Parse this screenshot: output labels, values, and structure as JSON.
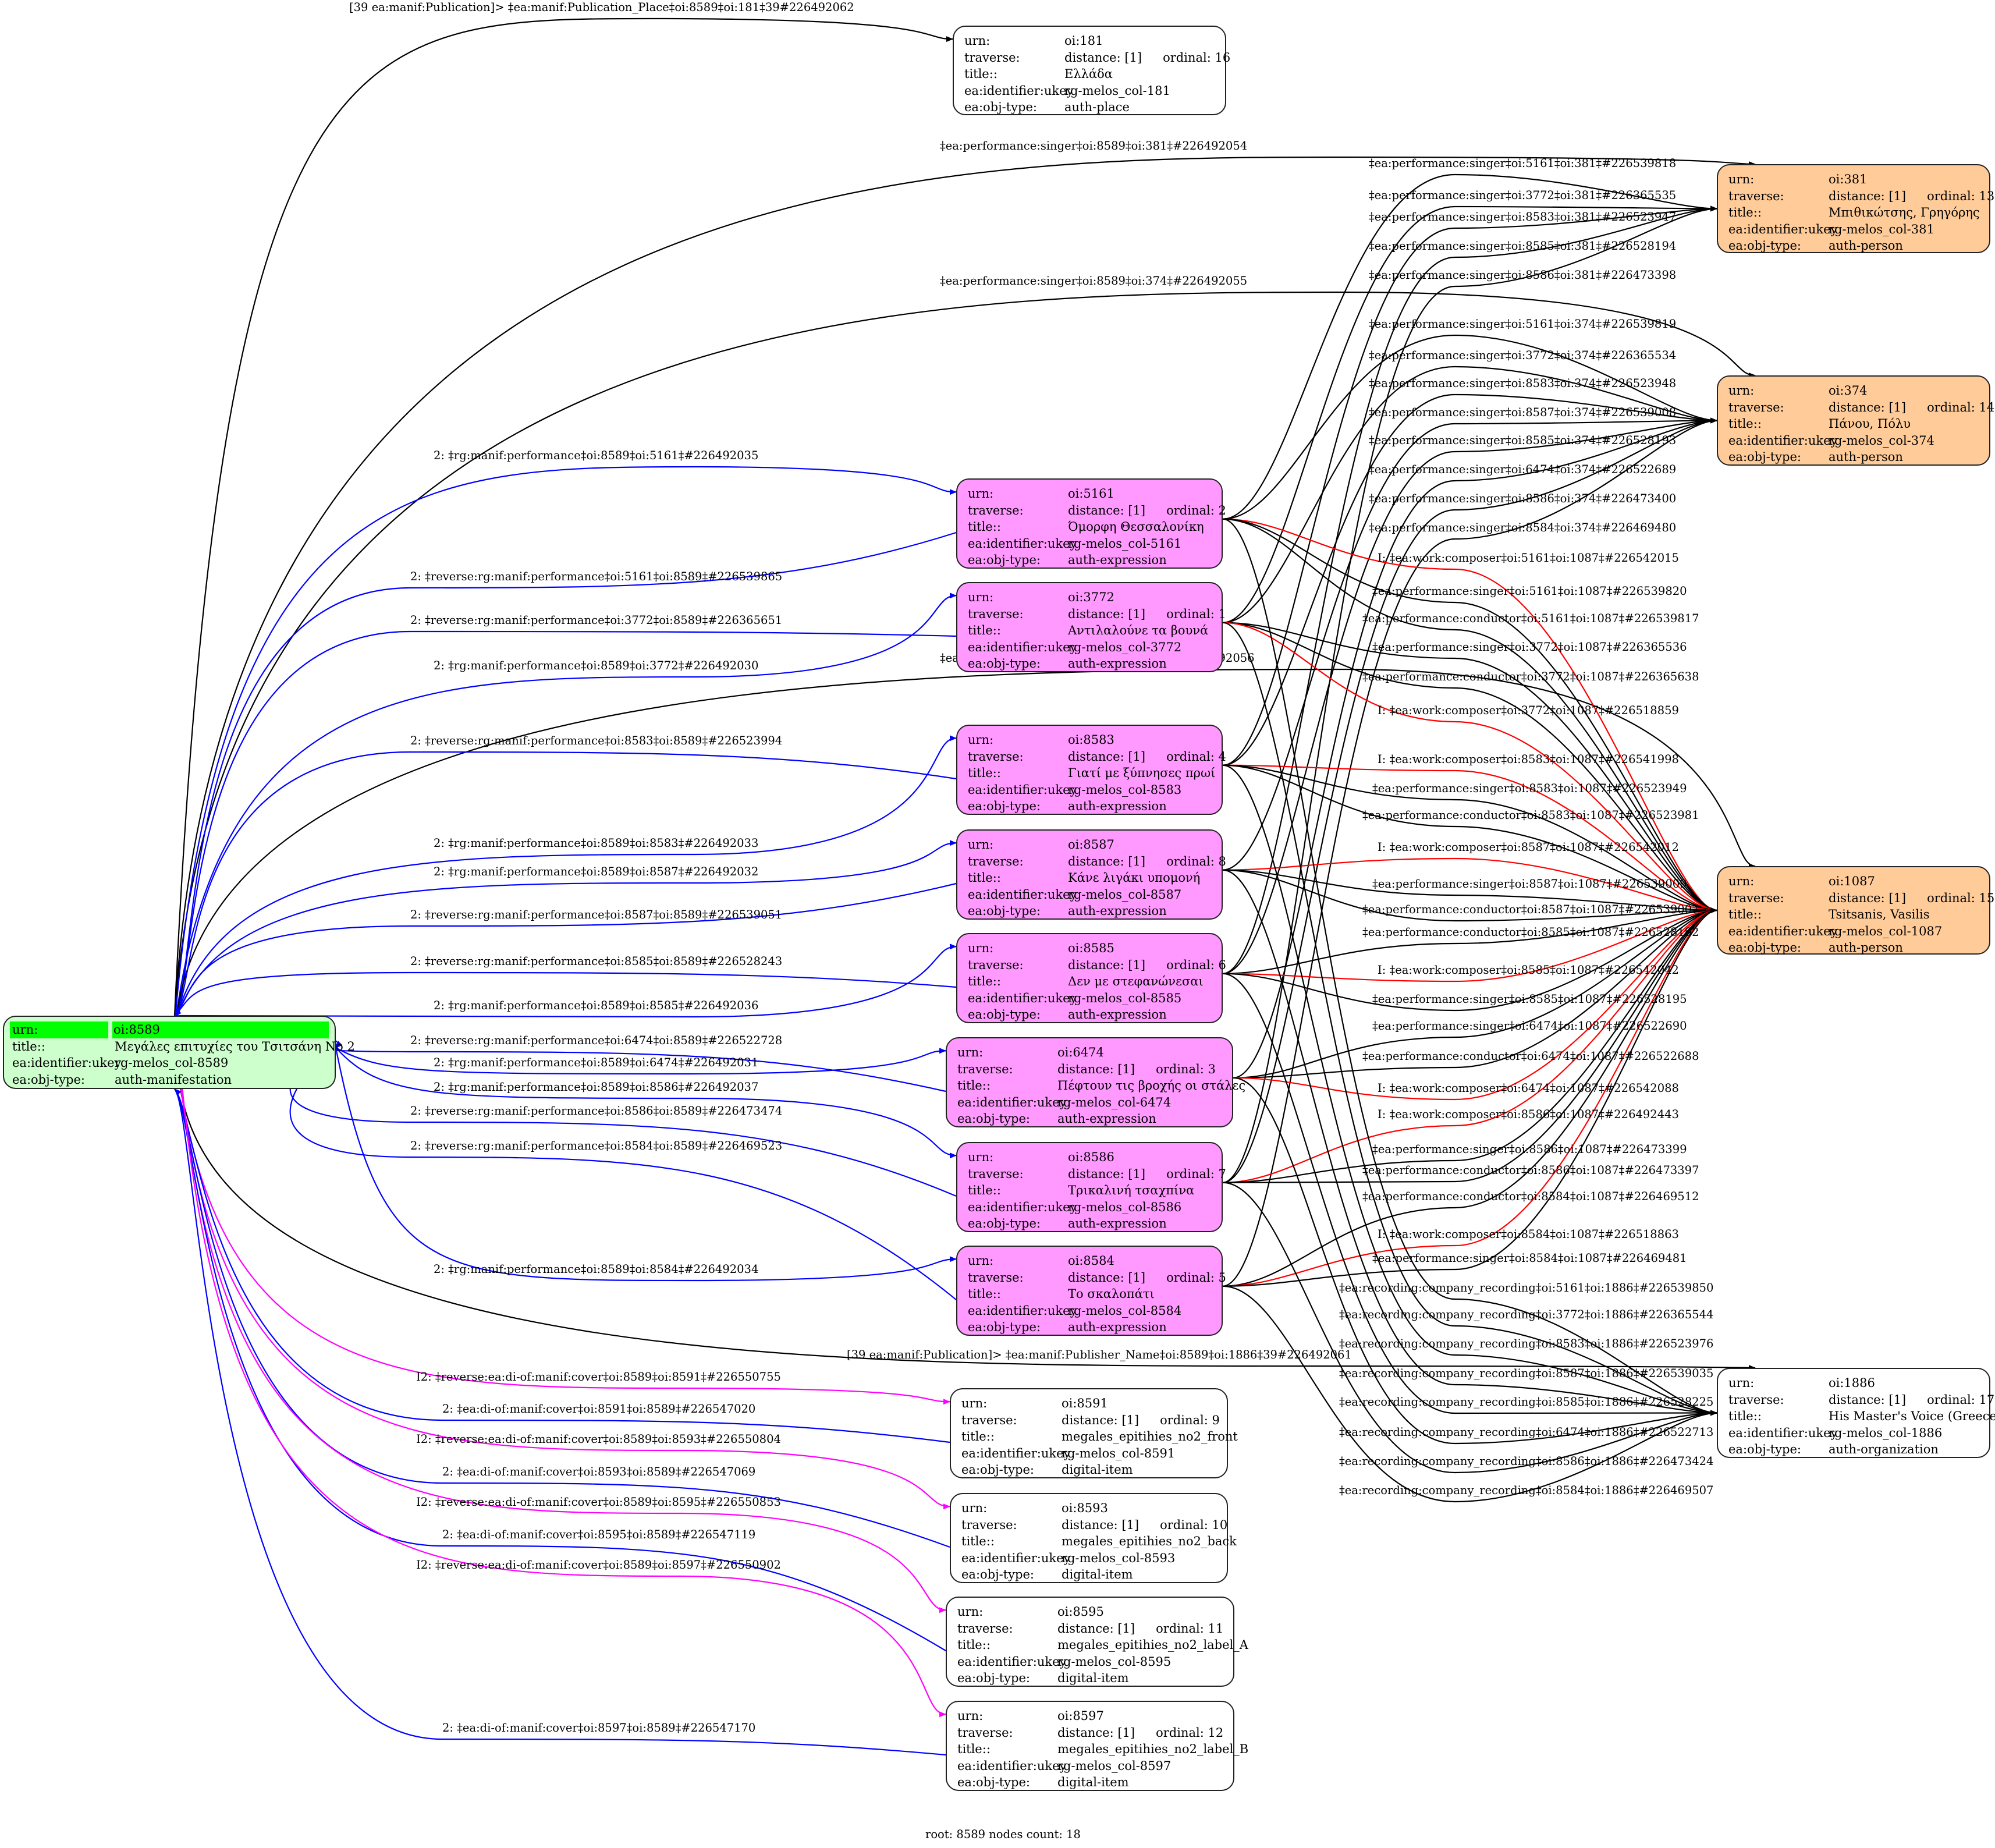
{
  "graph": {
    "footer": "root: 8589 nodes count: 18",
    "root": {
      "id": "8589",
      "rows": [
        {
          "k": "urn:",
          "v": "oi:8589"
        },
        {
          "k": "title::",
          "v": "Μεγάλες επιτυχίες του Τσιτσάνη No 2"
        },
        {
          "k": "ea:identifier:ukey",
          "v": "rg-melos_col-8589"
        },
        {
          "k": "ea:obj-type:",
          "v": "auth-manifestation"
        }
      ]
    },
    "nodes": [
      {
        "id": "181",
        "style": "white",
        "urn": "oi:181",
        "distance": "distance: [1]",
        "ordinal": "ordinal: 16",
        "title": "Ελλάδα",
        "ukey": "rg-melos_col-181",
        "objtype": "auth-place"
      },
      {
        "id": "381",
        "style": "orange",
        "urn": "oi:381",
        "distance": "distance: [1]",
        "ordinal": "ordinal: 13",
        "title": "Μπιθικώτσης, Γρηγόρης",
        "ukey": "rg-melos_col-381",
        "objtype": "auth-person"
      },
      {
        "id": "374",
        "style": "orange",
        "urn": "oi:374",
        "distance": "distance: [1]",
        "ordinal": "ordinal: 14",
        "title": "Πάνου, Πόλυ",
        "ukey": "rg-melos_col-374",
        "objtype": "auth-person"
      },
      {
        "id": "5161",
        "style": "pink",
        "urn": "oi:5161",
        "distance": "distance: [1]",
        "ordinal": "ordinal: 2",
        "title": "Όμορφη Θεσσαλονίκη",
        "ukey": "rg-melos_col-5161",
        "objtype": "auth-expression"
      },
      {
        "id": "3772",
        "style": "pink",
        "urn": "oi:3772",
        "distance": "distance: [1]",
        "ordinal": "ordinal: 1",
        "title": "Αντιλαλούνε τα βουνά",
        "ukey": "rg-melos_col-3772",
        "objtype": "auth-expression"
      },
      {
        "id": "8583",
        "style": "pink",
        "urn": "oi:8583",
        "distance": "distance: [1]",
        "ordinal": "ordinal: 4",
        "title": "Γιατί με ξύπνησες πρωί",
        "ukey": "rg-melos_col-8583",
        "objtype": "auth-expression"
      },
      {
        "id": "8587",
        "style": "pink",
        "urn": "oi:8587",
        "distance": "distance: [1]",
        "ordinal": "ordinal: 8",
        "title": "Κάνε λιγάκι υπομονή",
        "ukey": "rg-melos_col-8587",
        "objtype": "auth-expression"
      },
      {
        "id": "8585",
        "style": "pink",
        "urn": "oi:8585",
        "distance": "distance: [1]",
        "ordinal": "ordinal: 6",
        "title": "Δεν με στεφανώνεσαι",
        "ukey": "rg-melos_col-8585",
        "objtype": "auth-expression"
      },
      {
        "id": "6474",
        "style": "pink",
        "urn": "oi:6474",
        "distance": "distance: [1]",
        "ordinal": "ordinal: 3",
        "title": "Πέφτουν τις βροχής οι στάλες",
        "ukey": "rg-melos_col-6474",
        "objtype": "auth-expression"
      },
      {
        "id": "8586",
        "style": "pink",
        "urn": "oi:8586",
        "distance": "distance: [1]",
        "ordinal": "ordinal: 7",
        "title": "Τρικαλινή τσαχπίνα",
        "ukey": "rg-melos_col-8586",
        "objtype": "auth-expression"
      },
      {
        "id": "8584",
        "style": "pink",
        "urn": "oi:8584",
        "distance": "distance: [1]",
        "ordinal": "ordinal: 5",
        "title": "Το σκαλοπάτι",
        "ukey": "rg-melos_col-8584",
        "objtype": "auth-expression"
      },
      {
        "id": "1087",
        "style": "orange",
        "urn": "oi:1087",
        "distance": "distance: [1]",
        "ordinal": "ordinal: 15",
        "title": "Tsitsanis, Vasilis",
        "ukey": "rg-melos_col-1087",
        "objtype": "auth-person"
      },
      {
        "id": "1886",
        "style": "white",
        "urn": "oi:1886",
        "distance": "distance: [1]",
        "ordinal": "ordinal: 17",
        "title": "His Master's Voice (Greece)",
        "ukey": "rg-melos_col-1886",
        "objtype": "auth-organization"
      },
      {
        "id": "8591",
        "style": "white",
        "urn": "oi:8591",
        "distance": "distance: [1]",
        "ordinal": "ordinal: 9",
        "title": "megales_epitihies_no2_front",
        "ukey": "rg-melos_col-8591",
        "objtype": "digital-item"
      },
      {
        "id": "8593",
        "style": "white",
        "urn": "oi:8593",
        "distance": "distance: [1]",
        "ordinal": "ordinal: 10",
        "title": "megales_epitihies_no2_back",
        "ukey": "rg-melos_col-8593",
        "objtype": "digital-item"
      },
      {
        "id": "8595",
        "style": "white",
        "urn": "oi:8595",
        "distance": "distance: [1]",
        "ordinal": "ordinal: 11",
        "title": "megales_epitihies_no2_label_A",
        "ukey": "rg-melos_col-8595",
        "objtype": "digital-item"
      },
      {
        "id": "8597",
        "style": "white",
        "urn": "oi:8597",
        "distance": "distance: [1]",
        "ordinal": "ordinal: 12",
        "title": "megales_epitihies_no2_label_B",
        "ukey": "rg-melos_col-8597",
        "objtype": "digital-item"
      }
    ],
    "row_keys": {
      "urn": "urn:",
      "traverse": "traverse:",
      "title": "title::",
      "ukey": "ea:identifier:ukey",
      "objtype": "ea:obj-type:"
    },
    "edges": [
      {
        "from": "8589",
        "to": "181",
        "color": "black",
        "label": "[39 ea:manif:Publication]> ‡ea:manif:Publication_Place‡oi:8589‡oi:181‡39#226492062"
      },
      {
        "from": "8589",
        "to": "381",
        "color": "black",
        "label": "‡ea:performance:singer‡oi:8589‡oi:381‡#226492054"
      },
      {
        "from": "8589",
        "to": "374",
        "color": "black",
        "label": "‡ea:performance:singer‡oi:8589‡oi:374‡#226492055"
      },
      {
        "from": "8589",
        "to": "5161",
        "color": "blue",
        "label": "2: ‡rg:manif:performance‡oi:8589‡oi:5161‡#226492035"
      },
      {
        "from": "5161",
        "to": "8589",
        "color": "blue",
        "label": "2: ‡reverse:rg:manif:performance‡oi:5161‡oi:8589‡#226539865"
      },
      {
        "from": "3772",
        "to": "8589",
        "color": "blue",
        "label": "2: ‡reverse:rg:manif:performance‡oi:3772‡oi:8589‡#226365651"
      },
      {
        "from": "8589",
        "to": "3772",
        "color": "blue",
        "label": "2: ‡rg:manif:performance‡oi:8589‡oi:3772‡#226492030"
      },
      {
        "from": "8589",
        "to": "1087",
        "color": "black",
        "label": "‡ea:performance:singer‡oi:8589‡oi:1087‡#226492056"
      },
      {
        "from": "8583",
        "to": "8589",
        "color": "blue",
        "label": "2: ‡reverse:rg:manif:performance‡oi:8583‡oi:8589‡#226523994"
      },
      {
        "from": "8589",
        "to": "8583",
        "color": "blue",
        "label": "2: ‡rg:manif:performance‡oi:8589‡oi:8583‡#226492033"
      },
      {
        "from": "8589",
        "to": "8587",
        "color": "blue",
        "label": "2: ‡rg:manif:performance‡oi:8589‡oi:8587‡#226492032"
      },
      {
        "from": "8587",
        "to": "8589",
        "color": "blue",
        "label": "2: ‡reverse:rg:manif:performance‡oi:8587‡oi:8589‡#226539051"
      },
      {
        "from": "8585",
        "to": "8589",
        "color": "blue",
        "label": "2: ‡reverse:rg:manif:performance‡oi:8585‡oi:8589‡#226528243"
      },
      {
        "from": "8589",
        "to": "8585",
        "color": "blue",
        "label": "2: ‡rg:manif:performance‡oi:8589‡oi:8585‡#226492036"
      },
      {
        "from": "6474",
        "to": "8589",
        "color": "blue",
        "label": "2: ‡reverse:rg:manif:performance‡oi:6474‡oi:8589‡#226522728"
      },
      {
        "from": "8589",
        "to": "6474",
        "color": "blue",
        "label": "2: ‡rg:manif:performance‡oi:8589‡oi:6474‡#226492031"
      },
      {
        "from": "8589",
        "to": "8586",
        "color": "blue",
        "label": "2: ‡rg:manif:performance‡oi:8589‡oi:8586‡#226492037"
      },
      {
        "from": "8586",
        "to": "8589",
        "color": "blue",
        "label": "2: ‡reverse:rg:manif:performance‡oi:8586‡oi:8589‡#226473474"
      },
      {
        "from": "8584",
        "to": "8589",
        "color": "blue",
        "label": "2: ‡reverse:rg:manif:performance‡oi:8584‡oi:8589‡#226469523"
      },
      {
        "from": "8589",
        "to": "8584",
        "color": "blue",
        "label": "2: ‡rg:manif:performance‡oi:8589‡oi:8584‡#226492034"
      },
      {
        "from": "8589",
        "to": "1886",
        "color": "black",
        "label": "[39 ea:manif:Publication]> ‡ea:manif:Publisher_Name‡oi:8589‡oi:1886‡39#226492061"
      },
      {
        "from": "8589",
        "to": "8591",
        "color": "magenta",
        "label": "I2: ‡reverse:ea:di-of:manif:cover‡oi:8589‡oi:8591‡#226550755"
      },
      {
        "from": "8591",
        "to": "8589",
        "color": "blue",
        "label": "2: ‡ea:di-of:manif:cover‡oi:8591‡oi:8589‡#226547020"
      },
      {
        "from": "8589",
        "to": "8593",
        "color": "magenta",
        "label": "I2: ‡reverse:ea:di-of:manif:cover‡oi:8589‡oi:8593‡#226550804"
      },
      {
        "from": "8593",
        "to": "8589",
        "color": "blue",
        "label": "2: ‡ea:di-of:manif:cover‡oi:8593‡oi:8589‡#226547069"
      },
      {
        "from": "8589",
        "to": "8595",
        "color": "magenta",
        "label": "I2: ‡reverse:ea:di-of:manif:cover‡oi:8589‡oi:8595‡#226550853"
      },
      {
        "from": "8595",
        "to": "8589",
        "color": "blue",
        "label": "2: ‡ea:di-of:manif:cover‡oi:8595‡oi:8589‡#226547119"
      },
      {
        "from": "8589",
        "to": "8597",
        "color": "magenta",
        "label": "I2: ‡reverse:ea:di-of:manif:cover‡oi:8589‡oi:8597‡#226550902"
      },
      {
        "from": "8597",
        "to": "8589",
        "color": "blue",
        "label": "2: ‡ea:di-of:manif:cover‡oi:8597‡oi:8589‡#226547170"
      },
      {
        "from": "5161",
        "to": "381",
        "color": "black",
        "label": "‡ea:performance:singer‡oi:5161‡oi:381‡#226539818"
      },
      {
        "from": "3772",
        "to": "381",
        "color": "black",
        "label": "‡ea:performance:singer‡oi:3772‡oi:381‡#226365535"
      },
      {
        "from": "8583",
        "to": "381",
        "color": "black",
        "label": "‡ea:performance:singer‡oi:8583‡oi:381‡#226523947"
      },
      {
        "from": "8585",
        "to": "381",
        "color": "black",
        "label": "‡ea:performance:singer‡oi:8585‡oi:381‡#226528194"
      },
      {
        "from": "8586",
        "to": "381",
        "color": "black",
        "label": "‡ea:performance:singer‡oi:8586‡oi:381‡#226473398"
      },
      {
        "from": "5161",
        "to": "374",
        "color": "black",
        "label": "‡ea:performance:singer‡oi:5161‡oi:374‡#226539819"
      },
      {
        "from": "3772",
        "to": "374",
        "color": "black",
        "label": "‡ea:performance:singer‡oi:3772‡oi:374‡#226365534"
      },
      {
        "from": "8583",
        "to": "374",
        "color": "black",
        "label": "‡ea:performance:singer‡oi:8583‡oi:374‡#226523948"
      },
      {
        "from": "8587",
        "to": "374",
        "color": "black",
        "label": "‡ea:performance:singer‡oi:8587‡oi:374‡#226539008"
      },
      {
        "from": "8585",
        "to": "374",
        "color": "black",
        "label": "‡ea:performance:singer‡oi:8585‡oi:374‡#226528193"
      },
      {
        "from": "6474",
        "to": "374",
        "color": "black",
        "label": "‡ea:performance:singer‡oi:6474‡oi:374‡#226522689"
      },
      {
        "from": "8586",
        "to": "374",
        "color": "black",
        "label": "‡ea:performance:singer‡oi:8586‡oi:374‡#226473400"
      },
      {
        "from": "8584",
        "to": "374",
        "color": "black",
        "label": "‡ea:performance:singer‡oi:8584‡oi:374‡#226469480"
      },
      {
        "from": "5161",
        "to": "1087",
        "color": "red",
        "label": "I: ‡ea:work:composer‡oi:5161‡oi:1087‡#226542015"
      },
      {
        "from": "5161",
        "to": "1087",
        "color": "black",
        "label": "‡ea:performance:singer‡oi:5161‡oi:1087‡#226539820"
      },
      {
        "from": "5161",
        "to": "1087",
        "color": "black",
        "label": "‡ea:performance:conductor‡oi:5161‡oi:1087‡#226539817"
      },
      {
        "from": "3772",
        "to": "1087",
        "color": "black",
        "label": "‡ea:performance:singer‡oi:3772‡oi:1087‡#226365536"
      },
      {
        "from": "3772",
        "to": "1087",
        "color": "black",
        "label": "‡ea:performance:conductor‡oi:3772‡oi:1087‡#226365638"
      },
      {
        "from": "3772",
        "to": "1087",
        "color": "red",
        "label": "I: ‡ea:work:composer‡oi:3772‡oi:1087‡#226518859"
      },
      {
        "from": "8583",
        "to": "1087",
        "color": "red",
        "label": "I: ‡ea:work:composer‡oi:8583‡oi:1087‡#226541998"
      },
      {
        "from": "8583",
        "to": "1087",
        "color": "black",
        "label": "‡ea:performance:singer‡oi:8583‡oi:1087‡#226523949"
      },
      {
        "from": "8583",
        "to": "1087",
        "color": "black",
        "label": "‡ea:performance:conductor‡oi:8583‡oi:1087‡#226523981"
      },
      {
        "from": "8587",
        "to": "1087",
        "color": "red",
        "label": "I: ‡ea:work:composer‡oi:8587‡oi:1087‡#226542012"
      },
      {
        "from": "8587",
        "to": "1087",
        "color": "black",
        "label": "‡ea:performance:singer‡oi:8587‡oi:1087‡#226539009"
      },
      {
        "from": "8587",
        "to": "1087",
        "color": "black",
        "label": "‡ea:performance:conductor‡oi:8587‡oi:1087‡#226539007"
      },
      {
        "from": "8585",
        "to": "1087",
        "color": "black",
        "label": "‡ea:performance:conductor‡oi:8585‡oi:1087‡#226528192"
      },
      {
        "from": "8585",
        "to": "1087",
        "color": "red",
        "label": "I: ‡ea:work:composer‡oi:8585‡oi:1087‡#226542042"
      },
      {
        "from": "8585",
        "to": "1087",
        "color": "black",
        "label": "‡ea:performance:singer‡oi:8585‡oi:1087‡#226528195"
      },
      {
        "from": "6474",
        "to": "1087",
        "color": "black",
        "label": "‡ea:performance:singer‡oi:6474‡oi:1087‡#226522690"
      },
      {
        "from": "6474",
        "to": "1087",
        "color": "black",
        "label": "‡ea:performance:conductor‡oi:6474‡oi:1087‡#226522688"
      },
      {
        "from": "6474",
        "to": "1087",
        "color": "red",
        "label": "I: ‡ea:work:composer‡oi:6474‡oi:1087‡#226542088"
      },
      {
        "from": "8586",
        "to": "1087",
        "color": "red",
        "label": "I: ‡ea:work:composer‡oi:8586‡oi:1087‡#226492443"
      },
      {
        "from": "8586",
        "to": "1087",
        "color": "black",
        "label": "‡ea:performance:singer‡oi:8586‡oi:1087‡#226473399"
      },
      {
        "from": "8586",
        "to": "1087",
        "color": "black",
        "label": "‡ea:performance:conductor‡oi:8586‡oi:1087‡#226473397"
      },
      {
        "from": "8584",
        "to": "1087",
        "color": "black",
        "label": "‡ea:performance:conductor‡oi:8584‡oi:1087‡#226469512"
      },
      {
        "from": "8584",
        "to": "1087",
        "color": "red",
        "label": "I: ‡ea:work:composer‡oi:8584‡oi:1087‡#226518863"
      },
      {
        "from": "8584",
        "to": "1087",
        "color": "black",
        "label": "‡ea:performance:singer‡oi:8584‡oi:1087‡#226469481"
      },
      {
        "from": "5161",
        "to": "1886",
        "color": "black",
        "label": "‡ea:recording:company_recording‡oi:5161‡oi:1886‡#226539850"
      },
      {
        "from": "3772",
        "to": "1886",
        "color": "black",
        "label": "‡ea:recording:company_recording‡oi:3772‡oi:1886‡#226365544"
      },
      {
        "from": "8583",
        "to": "1886",
        "color": "black",
        "label": "‡ea:recording:company_recording‡oi:8583‡oi:1886‡#226523976"
      },
      {
        "from": "8587",
        "to": "1886",
        "color": "black",
        "label": "‡ea:recording:company_recording‡oi:8587‡oi:1886‡#226539035"
      },
      {
        "from": "8585",
        "to": "1886",
        "color": "black",
        "label": "‡ea:recording:company_recording‡oi:8585‡oi:1886‡#226528225"
      },
      {
        "from": "6474",
        "to": "1886",
        "color": "black",
        "label": "‡ea:recording:company_recording‡oi:6474‡oi:1886‡#226522713"
      },
      {
        "from": "8586",
        "to": "1886",
        "color": "black",
        "label": "‡ea:recording:company_recording‡oi:8586‡oi:1886‡#226473424"
      },
      {
        "from": "8584",
        "to": "1886",
        "color": "black",
        "label": "‡ea:recording:company_recording‡oi:8584‡oi:1886‡#226469507"
      }
    ],
    "colors": {
      "black": "#000000",
      "blue": "#0000ff",
      "red": "#ff0000",
      "magenta": "#ff00ff",
      "pink_fill": "#ff99ff",
      "orange_fill": "#ffcc99",
      "root_fill": "#ccffcc",
      "root_highlight": "#00ff00"
    }
  }
}
